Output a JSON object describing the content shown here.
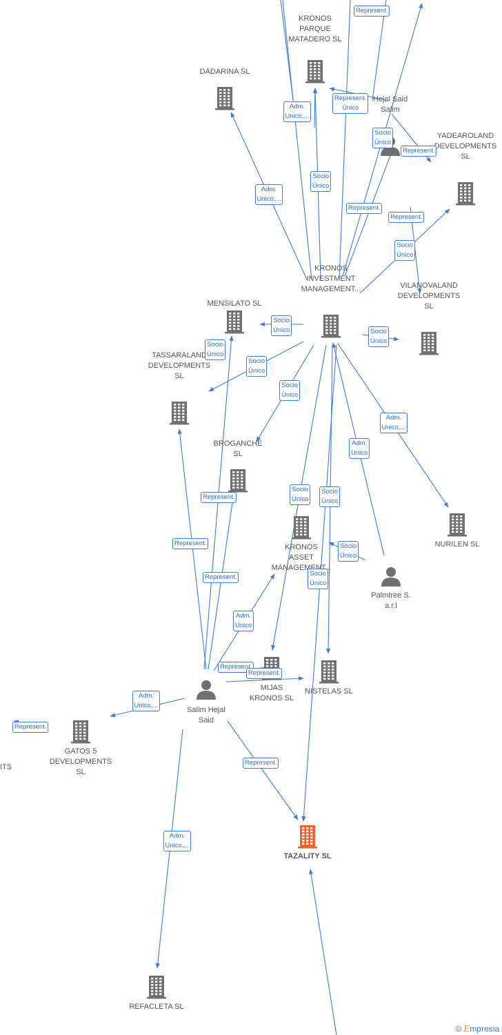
{
  "nodes": [
    {
      "id": "kronos_parque",
      "label": "KRONOS\nPARQUE\nMATADERO  SL",
      "type": "company"
    },
    {
      "id": "dadarina",
      "label": "DADARINA  SL",
      "type": "company"
    },
    {
      "id": "hejal_said",
      "label": "Hejal Said\nSalim",
      "type": "person"
    },
    {
      "id": "yadearoland",
      "label": "YADEAROLAND\nDEVELOPMENTS\nSL",
      "type": "company"
    },
    {
      "id": "kronos_inv",
      "label": "KRONOS\nINVESTMENT\nMANAGEMENT...",
      "type": "company"
    },
    {
      "id": "mensilato",
      "label": "MENSILATO  SL",
      "type": "company"
    },
    {
      "id": "vilanovaland",
      "label": "VILANOVALAND\nDEVELOPMENTS\nSL",
      "type": "company"
    },
    {
      "id": "tassaraland",
      "label": "TASSARALAND\nDEVELOPMENTS\nSL",
      "type": "company"
    },
    {
      "id": "broganche",
      "label": "BROGANCHE\nSL",
      "type": "company"
    },
    {
      "id": "kronos_asset",
      "label": "KRONOS\nASSET\nMANAGEMENT...",
      "type": "company"
    },
    {
      "id": "nurilen",
      "label": "NURILEN  SL",
      "type": "company"
    },
    {
      "id": "palmtree",
      "label": "Palmtree S.\na.r.l",
      "type": "person"
    },
    {
      "id": "mijas",
      "label": "MIJAS\nKRONOS  SL",
      "type": "company"
    },
    {
      "id": "nistelas",
      "label": "NISTELAS  SL",
      "type": "company"
    },
    {
      "id": "salim_hejal",
      "label": "Salim Hejal\nSaid",
      "type": "person"
    },
    {
      "id": "gatos5",
      "label": "GATOS 5\nDEVELOPMENTS\nSL",
      "type": "company"
    },
    {
      "id": "its",
      "label": "ITS",
      "type": "company"
    },
    {
      "id": "tazality",
      "label": "TAZALITY  SL",
      "type": "company",
      "focus": true
    },
    {
      "id": "refacleta",
      "label": "REFACLETA  SL",
      "type": "company"
    }
  ],
  "relations": [
    {
      "label": "Represent."
    },
    {
      "label": "Represent.\nÚnico"
    },
    {
      "label": "Adm.\nUnico,..."
    },
    {
      "label": "Socio\nÚnico"
    },
    {
      "label": "Represent."
    },
    {
      "label": "Adm.\nUnico,..."
    },
    {
      "label": "Socio\nÚnico"
    },
    {
      "label": "Represent."
    },
    {
      "label": "Represent."
    },
    {
      "label": "Socio\nÚnico"
    },
    {
      "label": "Socio\nÚnico"
    },
    {
      "label": "Socio\nÚnico"
    },
    {
      "label": "Socio\nÚnico"
    },
    {
      "label": "Socio\nÚnico"
    },
    {
      "label": "Socio\nÚnico"
    },
    {
      "label": "Adm.\nUnico,..."
    },
    {
      "label": "Adm.\nUnico"
    },
    {
      "label": "Represent."
    },
    {
      "label": "Socio\nÚnico"
    },
    {
      "label": "Socio\nÚnico"
    },
    {
      "label": "Represent."
    },
    {
      "label": "Socio\nÚnico"
    },
    {
      "label": "Socio\nÚnico"
    },
    {
      "label": "Adm.\nUnico"
    },
    {
      "label": "Represent."
    },
    {
      "label": "Represent."
    },
    {
      "label": "Represent."
    },
    {
      "label": "Adm.\nUnico,..."
    },
    {
      "label": "Represent."
    },
    {
      "label": "Represent."
    },
    {
      "label": "Adm.\nUnico,..."
    }
  ],
  "colors": {
    "edge": "#3b7dd8",
    "company": "#707070",
    "focus": "#f0622a",
    "person": "#707070",
    "text": "#555555"
  },
  "watermark": {
    "symbol": "©",
    "brand_initial": "E",
    "brand_rest": "mpresia"
  }
}
